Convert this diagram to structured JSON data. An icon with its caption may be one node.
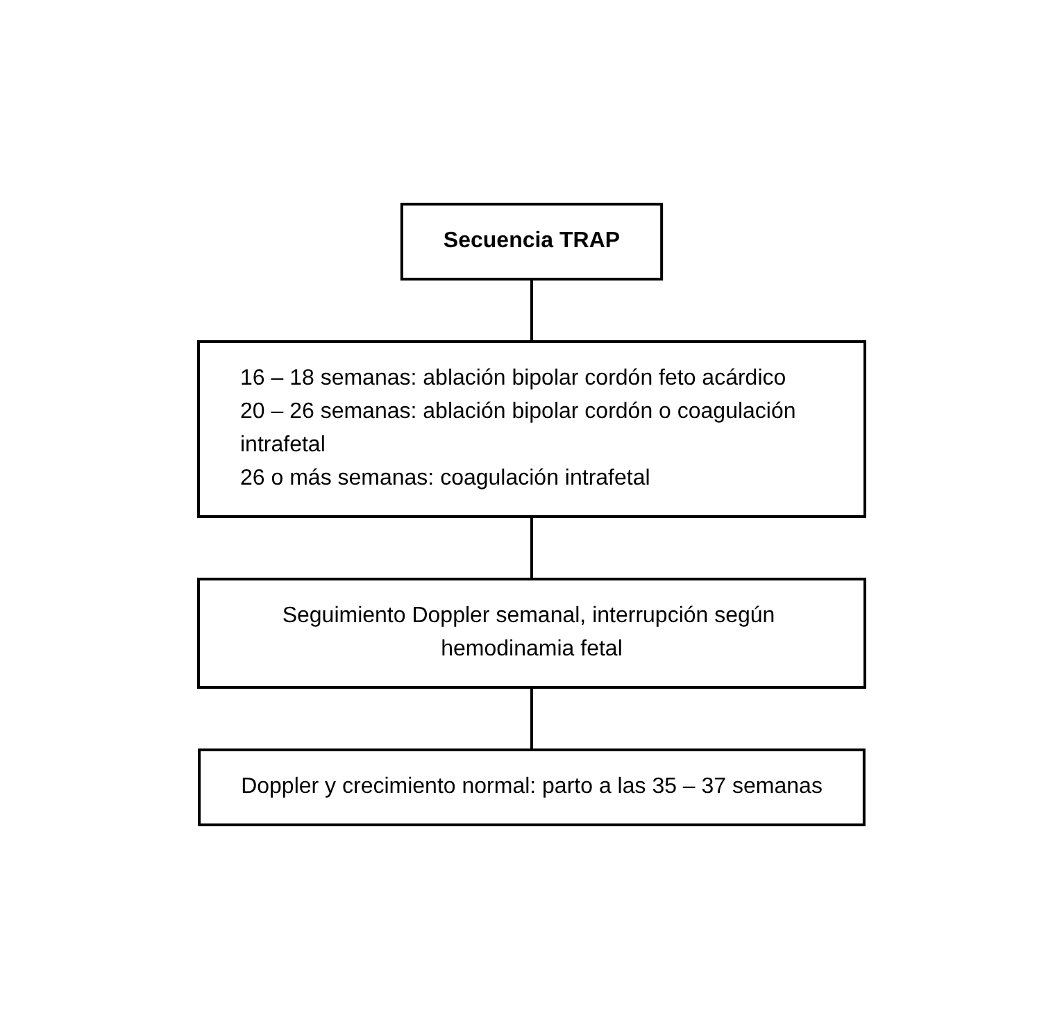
{
  "diagram": {
    "nodes": [
      {
        "text": [
          "Secuencia TRAP"
        ]
      },
      {
        "text": [
          "16 – 18 semanas: ablación bipolar cordón feto acárdico",
          "20 – 26 semanas: ablación bipolar cordón o coagulación intrafetal",
          "26 o más semanas: coagulación intrafetal"
        ]
      },
      {
        "text": [
          "Seguimiento Doppler semanal, interrupción según hemodinamia fetal"
        ]
      },
      {
        "text": [
          "Doppler y crecimiento normal: parto a las 35 – 37 semanas"
        ]
      }
    ],
    "edges": [
      {
        "from": 0,
        "to": 1,
        "arrow": "none"
      },
      {
        "from": 1,
        "to": 2,
        "arrow": "none"
      },
      {
        "from": 2,
        "to": 3,
        "arrow": "none"
      }
    ]
  }
}
